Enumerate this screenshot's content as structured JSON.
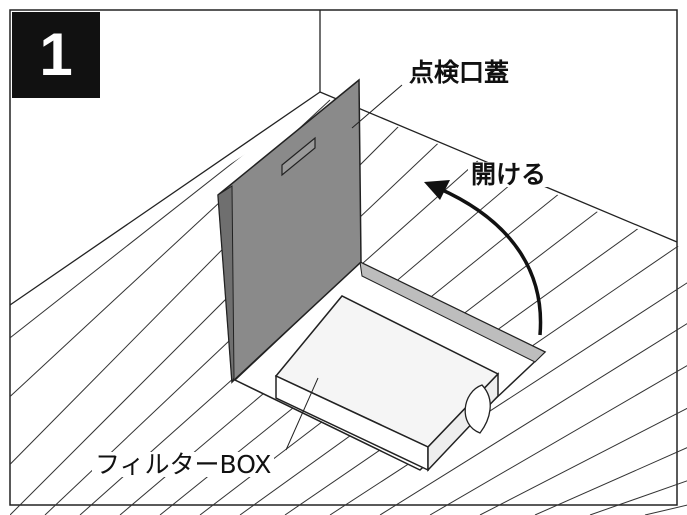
{
  "step": {
    "number": "1"
  },
  "labels": {
    "lid": "点検口蓋",
    "open": "開ける",
    "filter_box": "フィルターBOX"
  },
  "colors": {
    "lid_fill": "#8a8a8a",
    "box_fill": "#f5f5f5",
    "badge_fill": "#111111",
    "line": "#222222"
  }
}
